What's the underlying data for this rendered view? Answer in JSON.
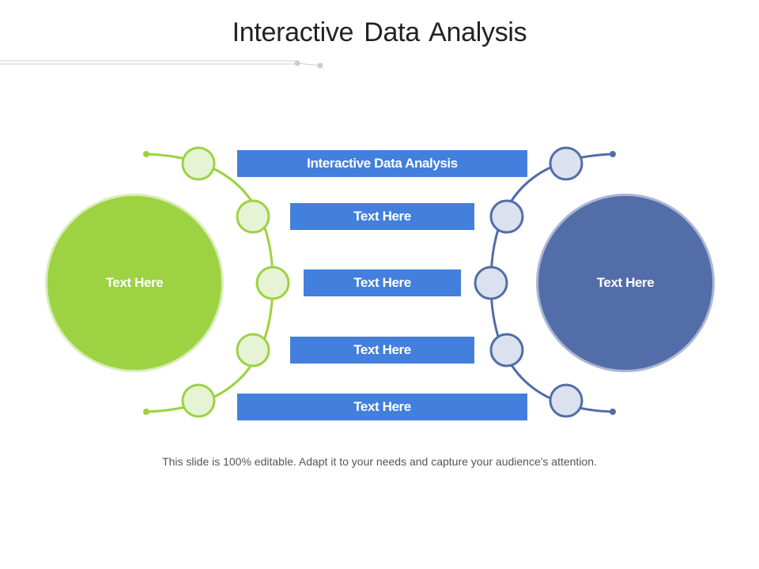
{
  "title": "Interactive Data Analysis",
  "left_circle": {
    "label": "Text Here"
  },
  "right_circle": {
    "label": "Text Here"
  },
  "bars": [
    {
      "label": "Interactive Data Analysis"
    },
    {
      "label": "Text Here"
    },
    {
      "label": "Text Here"
    },
    {
      "label": "Text Here"
    },
    {
      "label": "Text Here"
    }
  ],
  "footer": "This slide is 100% editable. Adapt it to your needs and capture your audience's attention.",
  "colors": {
    "green": "#9dd242",
    "green_light": "#e6f3d5",
    "navy": "#536da8",
    "navy_light": "#dbe1ee",
    "bar_blue": "#437fdc"
  }
}
